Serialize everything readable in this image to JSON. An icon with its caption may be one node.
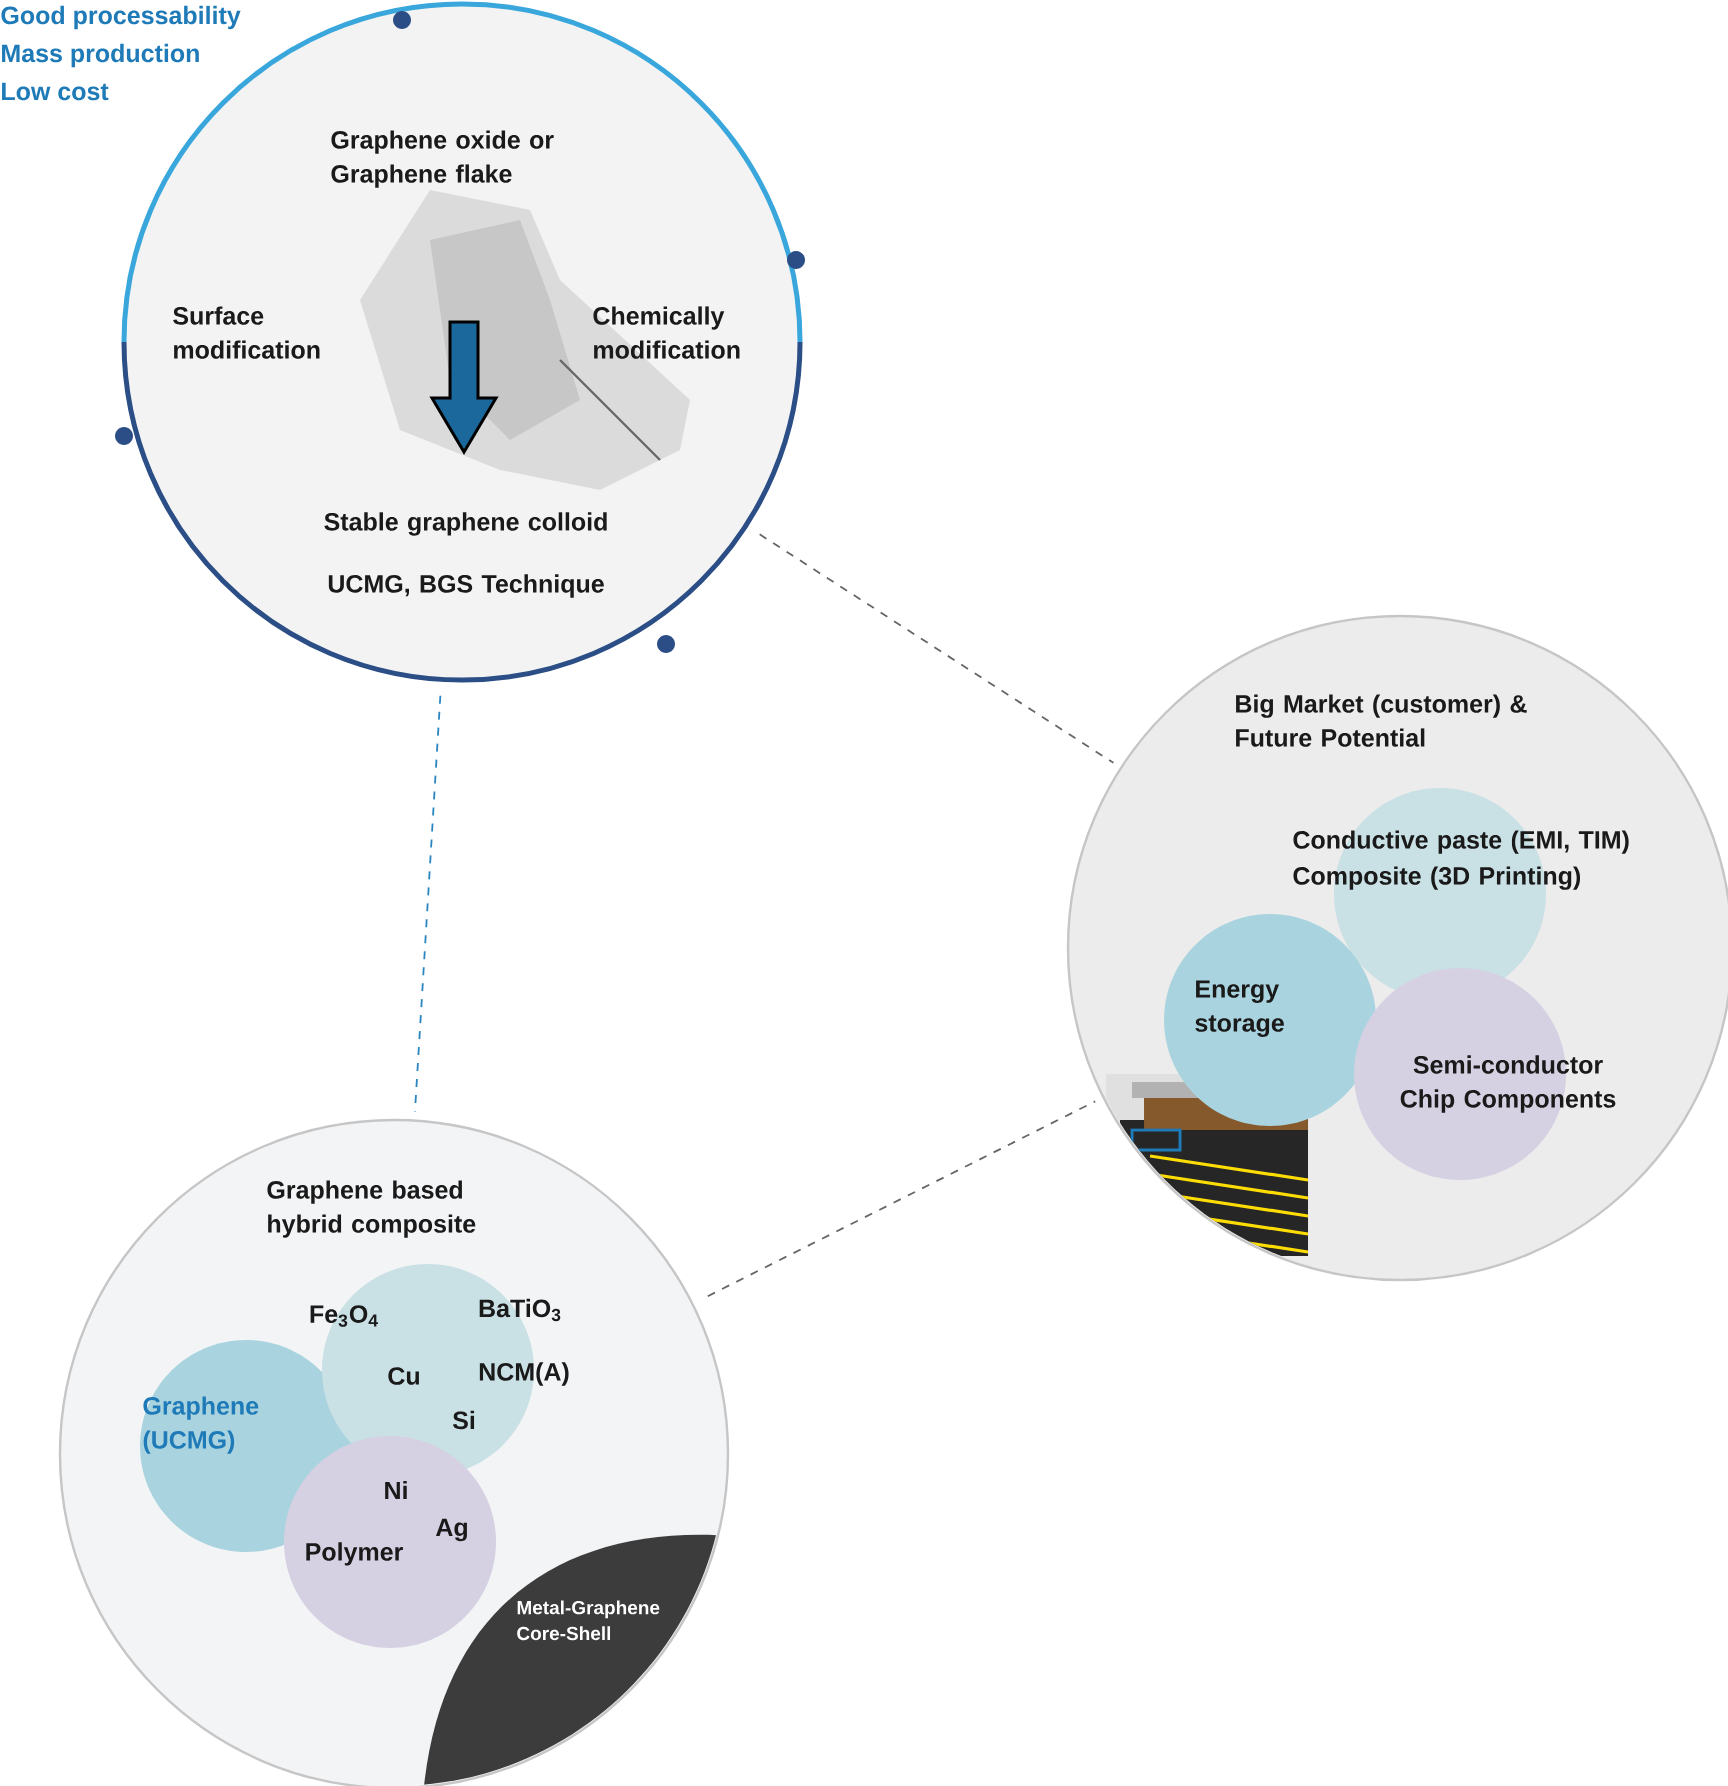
{
  "diagram": {
    "nodes": [
      {
        "text": [
          "Graphene oxide or Graphene flake",
          "Surface modification",
          "Chemically modification",
          "Stable graphene colloid",
          "UCMG, BGS Technique"
        ],
        "beside": [
          "Good processability",
          "Mass production",
          "Low cost"
        ]
      },
      {
        "text": [
          "Big Market (customer) & Future Potential"
        ]
      },
      {
        "text": [
          "Conductive paste (EMI, TIM)",
          "Composite (3D Printing)"
        ],
        "in": 1
      },
      {
        "text": [
          "Energy storage"
        ],
        "in": 1
      },
      {
        "text": [
          "Semi-conductor Chip Components"
        ],
        "in": 1
      },
      {
        "text": [
          "Graphene based hybrid composite"
        ]
      },
      {
        "text": [
          "Graphene (UCMG)"
        ],
        "in": 5
      },
      {
        "text": [],
        "shape": "circle",
        "in": 5
      },
      {
        "text": [
          "Polymer"
        ],
        "in": 5
      },
      {
        "text": [
          "Metal-Graphene Core-Shell"
        ],
        "in": 5
      }
    ],
    "edges": [
      {
        "from": 0,
        "to": 1,
        "arrow": "none",
        "style": "dashed"
      },
      {
        "from": 0,
        "to": 5,
        "arrow": "none",
        "style": "dashed",
        "color": "#2a86c0"
      },
      {
        "from": 5,
        "to": 1,
        "arrow": "none",
        "style": "dashed"
      }
    ],
    "labels": [
      "Fe$_{3}$O$_{4}$",
      "BaTiO$_{3}$",
      "Cu",
      "NCM(A)",
      "Si",
      "Ni",
      "Ag"
    ]
  }
}
